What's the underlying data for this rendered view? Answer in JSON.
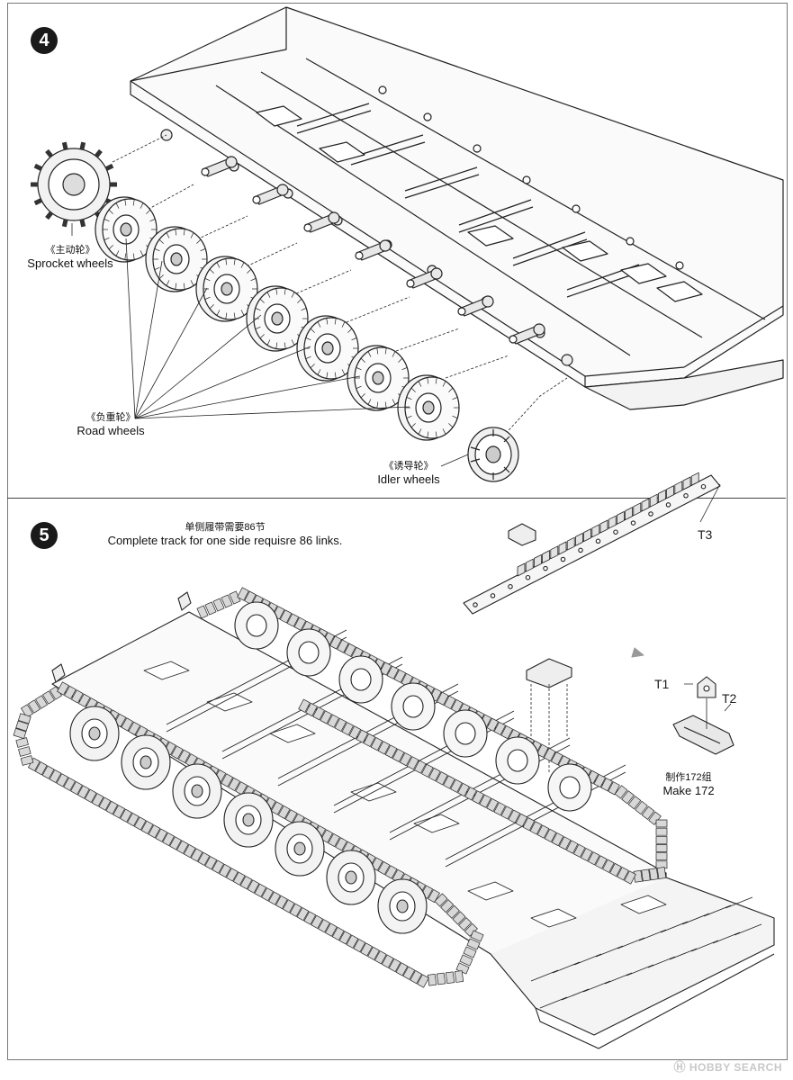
{
  "step4": {
    "number": "4",
    "sprocket": {
      "zh": "《主动轮》",
      "en": "Sprocket wheels"
    },
    "road": {
      "zh": "《负重轮》",
      "en": "Road  wheels"
    },
    "idler": {
      "zh": "《诱导轮》",
      "en": "Idler wheels"
    }
  },
  "step5": {
    "number": "5",
    "note_zh": "单侧履带需要86节",
    "note_en": "Complete track for one side requisre 86 links.",
    "t3": "T3",
    "t1": "T1",
    "t2": "T2",
    "make_zh": "制作172组",
    "make_en": "Make 172"
  },
  "watermark": "HOBBY SEARCH",
  "road_wheel_count": 7,
  "suspension_arm_count": 7
}
